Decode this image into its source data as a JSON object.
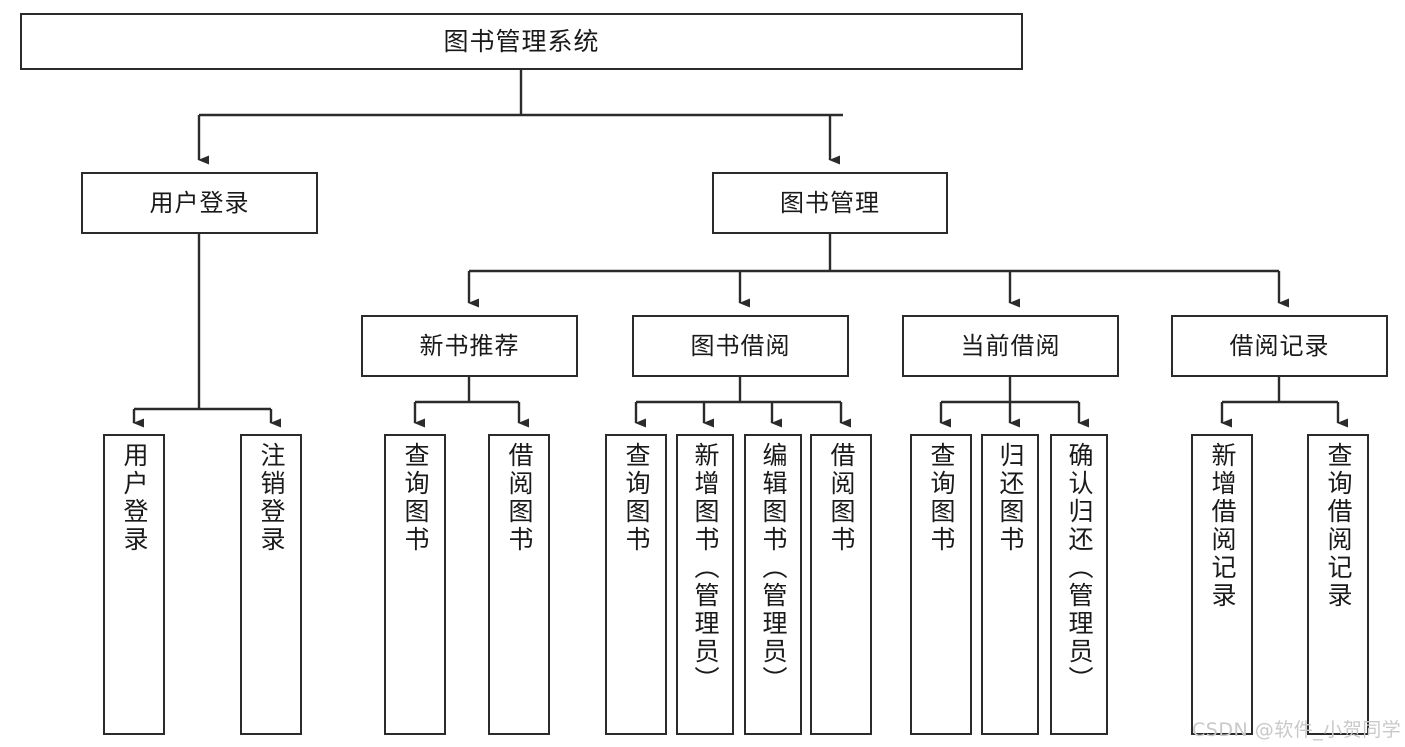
{
  "diagram": {
    "title": "图书管理系统",
    "type": "tree-hierarchy-chart",
    "root": {
      "label": "图书管理系统"
    },
    "level2": [
      {
        "label": "用户登录"
      },
      {
        "label": "图书管理"
      }
    ],
    "level3": [
      {
        "label": "新书推荐"
      },
      {
        "label": "图书借阅"
      },
      {
        "label": "当前借阅"
      },
      {
        "label": "借阅记录"
      }
    ],
    "leaves": [
      {
        "label": "用户登录"
      },
      {
        "label": "注销登录"
      },
      {
        "label": "查询图书"
      },
      {
        "label": "借阅图书"
      },
      {
        "label": "查询图书"
      },
      {
        "label": "新增图书（管理员）"
      },
      {
        "label": "编辑图书（管理员）"
      },
      {
        "label": "借阅图书"
      },
      {
        "label": "查询图书"
      },
      {
        "label": "归还图书"
      },
      {
        "label": "确认归还（管理员）"
      },
      {
        "label": "新增借阅记录"
      },
      {
        "label": "查询借阅记录"
      }
    ]
  },
  "watermark": {
    "text": "CSDN @软件_小贺同学"
  },
  "colors": {
    "border": "#2b2b2b",
    "background": "#ffffff",
    "text": "#1a1a1a",
    "watermark": "#c9c9c9"
  }
}
